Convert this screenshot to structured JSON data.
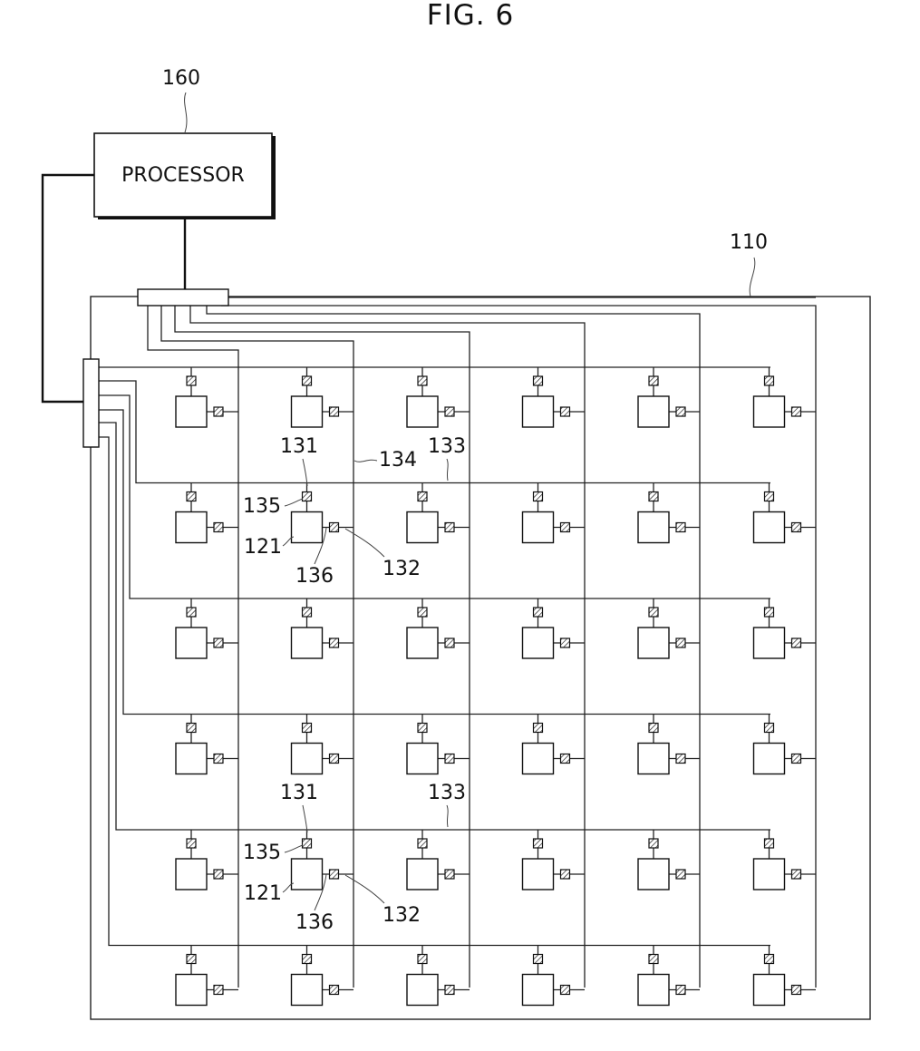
{
  "figure": {
    "title": "FIG. 6"
  },
  "processor": {
    "label": "PROCESSOR",
    "ref": "160"
  },
  "panel": {
    "ref": "110"
  },
  "grid": {
    "rows": 6,
    "cols": 6
  },
  "refs": {
    "group1": {
      "r131": "131",
      "r134": "134",
      "r133": "133",
      "r135": "135",
      "r121": "121",
      "r136": "136",
      "r132": "132"
    },
    "group2": {
      "r131": "131",
      "r133": "133",
      "r135": "135",
      "r121": "121",
      "r136": "136",
      "r132": "132"
    }
  }
}
